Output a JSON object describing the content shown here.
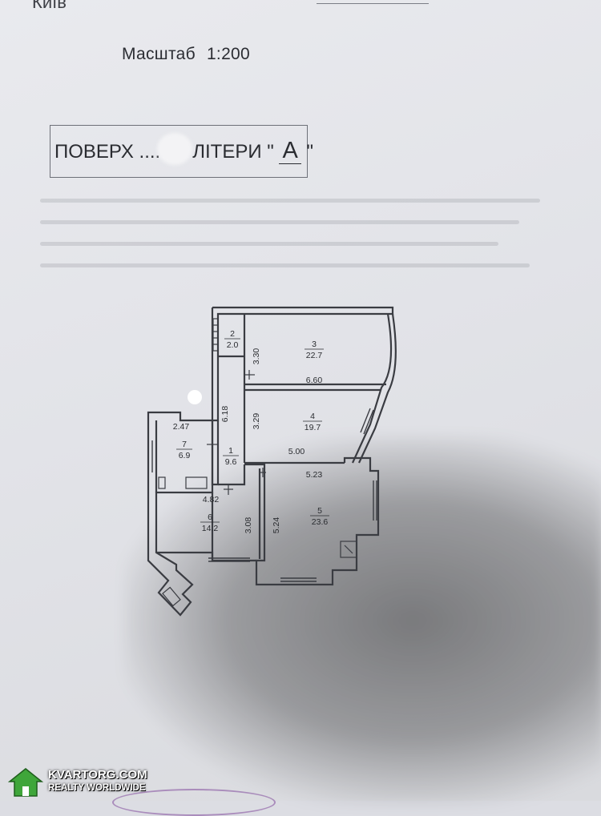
{
  "header": {
    "top_text": "Київ",
    "scale_label": "Масштаб",
    "scale_value": "1:200",
    "floor_text": "ПОВЕРХ ....",
    "liter_text": "ЛІТЕРИ \"",
    "liter_letter": "А",
    "liter_close": "\""
  },
  "plan": {
    "rooms": [
      {
        "id": "1",
        "area": "9.6"
      },
      {
        "id": "2",
        "area": "2.0"
      },
      {
        "id": "3",
        "area": "22.7"
      },
      {
        "id": "4",
        "area": "19.7"
      },
      {
        "id": "5",
        "area": "23.6"
      },
      {
        "id": "6",
        "area": "14.2"
      },
      {
        "id": "7",
        "area": "6.9"
      }
    ],
    "dimensions": [
      "3.30",
      "6.60",
      "6.18",
      "3.29",
      "5.00",
      "2.47",
      "5.23",
      "4.82",
      "3.08",
      "5.24"
    ]
  },
  "watermark": {
    "title": "KVARTORG.COM",
    "subtitle": "REALTY WORLDWIDE",
    "icon": "house-icon"
  }
}
